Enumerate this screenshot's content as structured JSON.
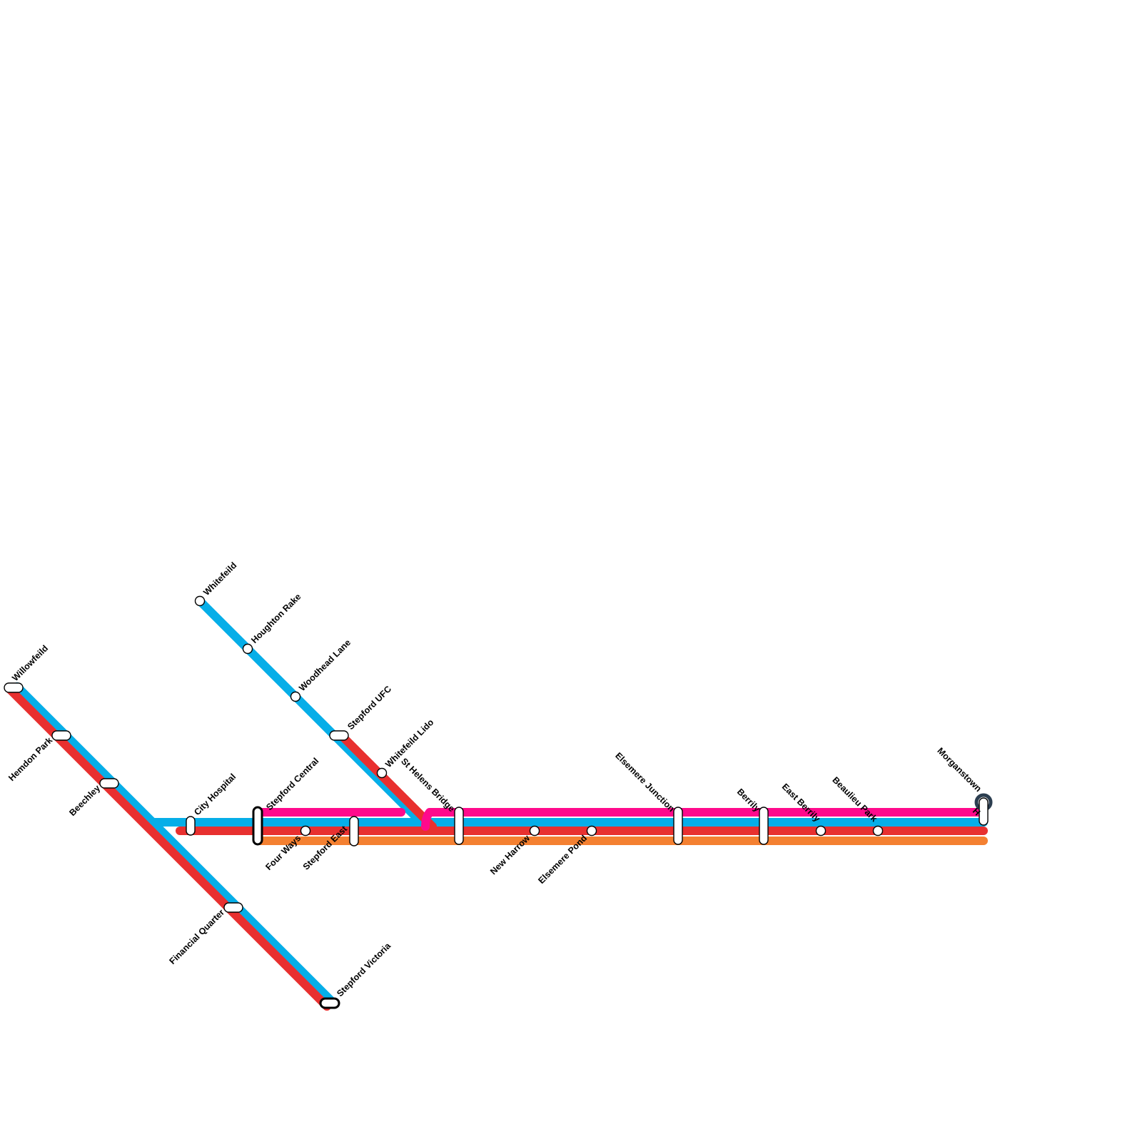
{
  "colors": {
    "blue": "#06aee8",
    "red": "#e8302f",
    "pink": "#ff0a8c",
    "orange": "#f48031",
    "terminus_ring": "#2c3e50"
  },
  "lines": [
    {
      "id": "blue",
      "color": "#06aee8"
    },
    {
      "id": "red",
      "color": "#e8302f"
    },
    {
      "id": "pink",
      "color": "#ff0a8c"
    },
    {
      "id": "orange",
      "color": "#f48031"
    }
  ],
  "stations": {
    "willowfeild": "Willowfeild",
    "hemdon_park": "Hemdon Park",
    "beechley": "Beechley",
    "city_hospital": "City Hospital",
    "financial_quarter": "Financial Quarter",
    "stepford_victoria": "Stepford Victoria",
    "whitefeild": "Whitefeild",
    "houghton_rake": "Houghton Rake",
    "woodhead_lane": "Woodhead Lane",
    "stepford_ufc": "Stepford UFC",
    "whitefeild_lido": "Whitefeild Lido",
    "stepford_central": "Stepford Central",
    "four_ways": "Four Ways",
    "stepford_east": "Stepford East",
    "st_helens_bridge": "St Helens Bridge",
    "new_harrow": "New Harrow",
    "elsemere_pond": "Elsemere Pond",
    "elsemere_junction": "Elsemere Junction",
    "berrily": "Berrily",
    "east_berrily": "East Berrily",
    "beaulieu_park": "Beaulieu Park",
    "morganstown": "Morganstown",
    "morganstown_marker": "H"
  }
}
